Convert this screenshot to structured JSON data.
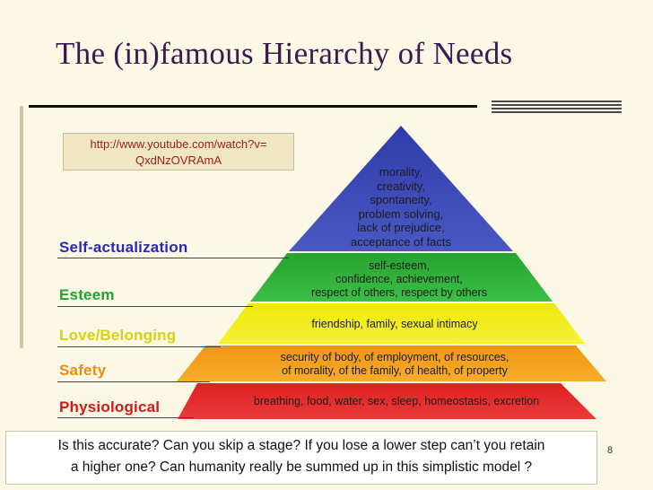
{
  "slide": {
    "title": "The (in)famous Hierarchy of Needs",
    "link_line1": "http://www.youtube.com/watch?v=",
    "link_line2": "QxdNzOVRAmA",
    "question_line1": "Is this accurate?  Can you skip a stage?  If you lose a lower step can’t you retain",
    "question_line2": "a higher one?  Can humanity really be summed up in this simplistic model ?",
    "page_number": "8"
  },
  "levels": [
    {
      "label": "Self-actualization",
      "label_color": "#2b2bb3",
      "fill": "#4049b8",
      "lines": [
        "morality,",
        "creativity,",
        "spontaneity,",
        "problem solving,",
        "lack of prejudice,",
        "acceptance of facts"
      ]
    },
    {
      "label": "Esteem",
      "label_color": "#22a32b",
      "fill": "#33b53c",
      "lines": [
        "self-esteem,",
        "confidence, achievement,",
        "respect of others, respect by others"
      ]
    },
    {
      "label": "Love/Belonging",
      "label_color": "#d7d20e",
      "fill": "#f2ee10",
      "lines": [
        "friendship, family, sexual intimacy"
      ]
    },
    {
      "label": "Safety",
      "label_color": "#e98f12",
      "fill": "#f3a21b",
      "lines": [
        "security of body, of employment, of resources,",
        "of morality, of the family, of health, of property"
      ]
    },
    {
      "label": "Physiological",
      "label_color": "#d21818",
      "fill": "#e52a2a",
      "lines": [
        "breathing, food, water, sex, sleep, homeostasis, excretion"
      ]
    }
  ]
}
